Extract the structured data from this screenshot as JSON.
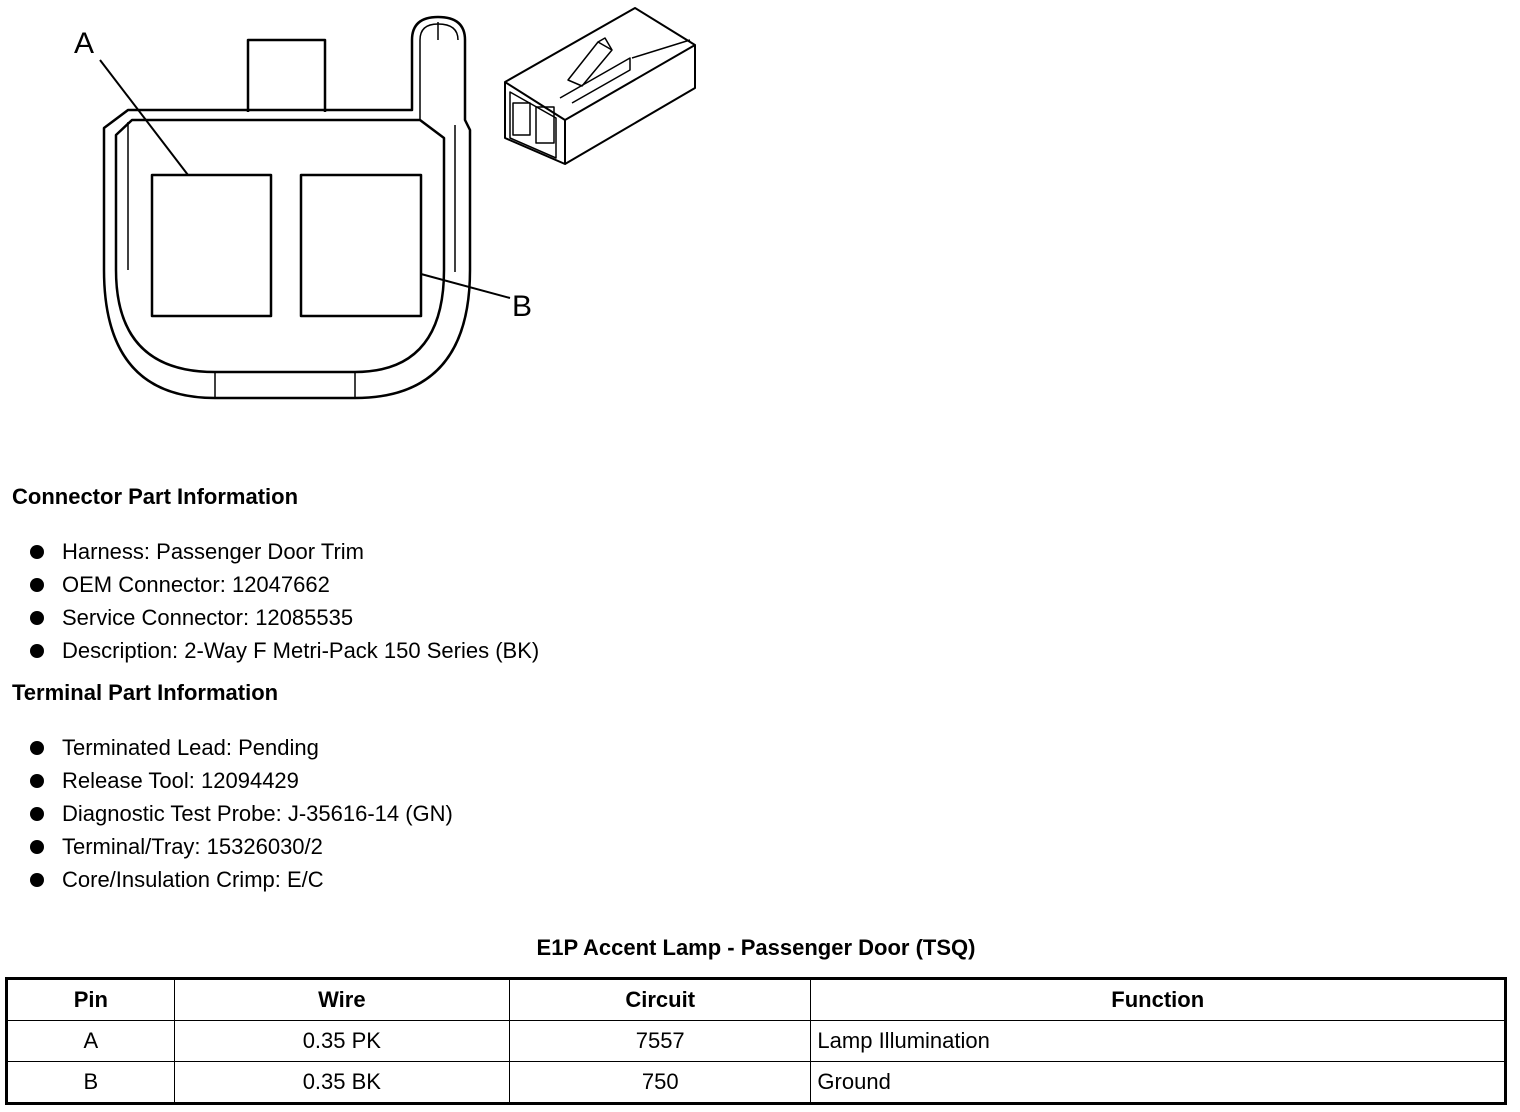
{
  "diagram": {
    "callout_a": "A",
    "callout_b": "B"
  },
  "connector_info": {
    "heading": "Connector Part Information",
    "items": [
      "Harness: Passenger Door Trim",
      "OEM Connector: 12047662",
      "Service Connector: 12085535",
      "Description: 2-Way F Metri-Pack 150 Series (BK)"
    ]
  },
  "terminal_info": {
    "heading": "Terminal Part Information",
    "items": [
      "Terminated Lead: Pending",
      "Release Tool: 12094429",
      "Diagnostic Test Probe: J-35616-14 (GN)",
      "Terminal/Tray: 15326030/2",
      "Core/Insulation Crimp: E/C"
    ]
  },
  "pin_table": {
    "title": "E1P Accent Lamp - Passenger Door (TSQ)",
    "headers": [
      "Pin",
      "Wire",
      "Circuit",
      "Function"
    ],
    "rows": [
      [
        "A",
        "0.35 PK",
        "7557",
        "Lamp Illumination"
      ],
      [
        "B",
        "0.35 BK",
        "750",
        "Ground"
      ]
    ]
  }
}
